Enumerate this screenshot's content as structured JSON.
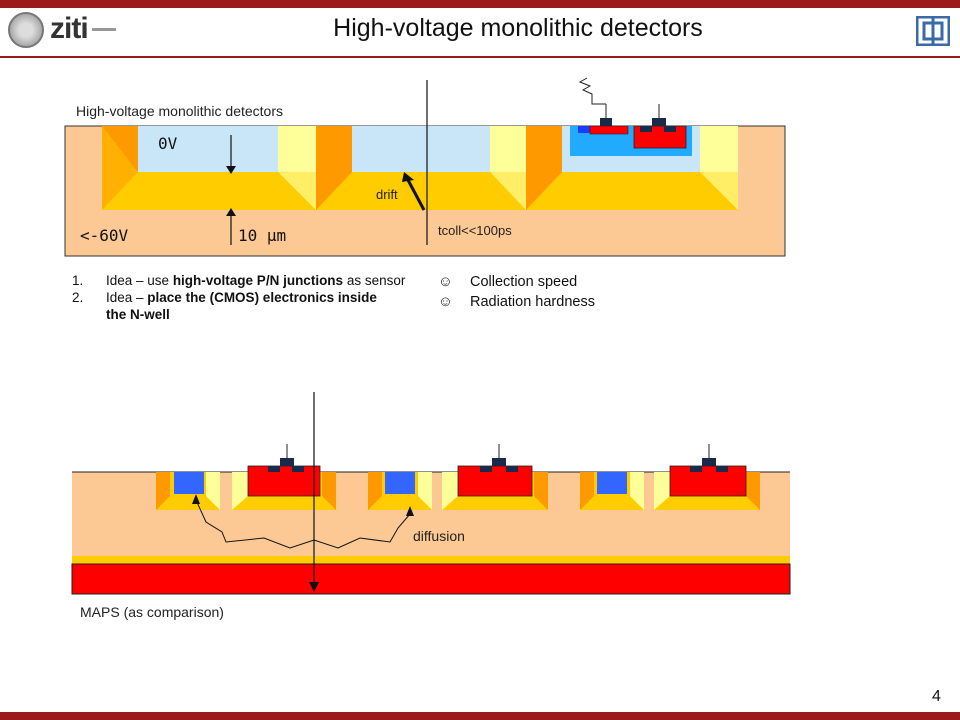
{
  "header": {
    "title": "High-voltage monolithic detectors",
    "logo_text": "ziti",
    "page_number": "4"
  },
  "top_diagram": {
    "caption": "High-voltage monolithic detectors",
    "label_0v": "0V",
    "label_neg": "<-60V",
    "label_depth": "10 µm",
    "label_drift": "drift",
    "label_tcoll": "tcoll<<100ps"
  },
  "ideas": [
    {
      "num": "1.",
      "pre": "Idea – use ",
      "bold": "high-voltage P/N junctions",
      "post": " as sensor"
    },
    {
      "num": "2.",
      "pre": "Idea – ",
      "bold": "place the (CMOS) electronics inside the N-well",
      "post": ""
    }
  ],
  "benefits": [
    {
      "icon": "smiley-icon",
      "text": "Collection speed"
    },
    {
      "icon": "smiley-icon",
      "text": "Radiation hardness"
    }
  ],
  "bottom_diagram": {
    "label_diffusion": "diffusion",
    "caption": "MAPS (as comparison)"
  },
  "colors": {
    "accent": "#9b1b1b",
    "substrate": "#fcc894",
    "nwell": "#ffcc00",
    "depletion": "#c8e6f8",
    "electronics": "#ff0000",
    "pwell": "#3366ff"
  }
}
